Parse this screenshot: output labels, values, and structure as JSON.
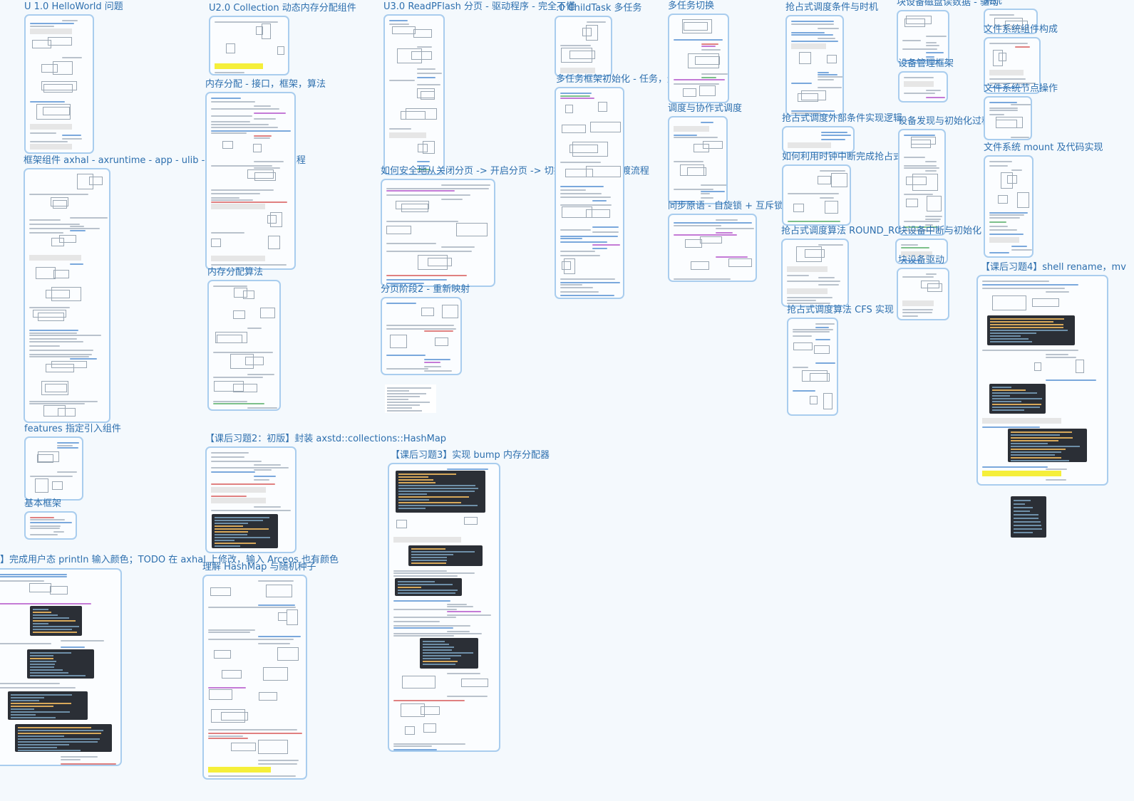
{
  "colors": {
    "background": "#f4f9fd",
    "title_text": "#2d6fae",
    "card_border": "#a9cdee",
    "card_fill": "#fbfdff",
    "screenshot_dark": "#2b2f36"
  },
  "nodes": [
    {
      "id": "n1",
      "title": "U 1.0 HelloWorld 问题"
    },
    {
      "id": "n2",
      "title": "框架组件 axhal - axruntime - app - ulib - api - axhal 和协作过程"
    },
    {
      "id": "n3",
      "title": "features 指定引入组件"
    },
    {
      "id": "n4",
      "title": "基本框架"
    },
    {
      "id": "n5",
      "title": "】完成用户态 println 输入颜色；TODO 在 axhal 上修改，输入 Arceos 也有颜色"
    },
    {
      "id": "n6",
      "title": "U2.0 Collection 动态内存分配组件"
    },
    {
      "id": "n7",
      "title": "内存分配 - 接口，框架，算法"
    },
    {
      "id": "n8",
      "title": "内存分配算法"
    },
    {
      "id": "n9",
      "title": "【课后习题2：初版】封装 axstd::collections::HashMap"
    },
    {
      "id": "n10",
      "title": "理解 HashMap 与随机种子"
    },
    {
      "id": "n11",
      "title": "U3.0 ReadPFlash 分页 - 驱动程序 - 完全不懂"
    },
    {
      "id": "n12",
      "title": "如何安全地从关闭分页 -> 开启分页 -> 切换到高地址 的过渡流程"
    },
    {
      "id": "n13",
      "title": "分页阶段2 - 重新映射"
    },
    {
      "id": "n14",
      "title": "【课后习题3】实现 bump 内存分配器"
    },
    {
      "id": "n15",
      "title": ".0 ChildTask 多任务"
    },
    {
      "id": "n16",
      "title": "多任务框架初始化 - 任务，运动队列"
    },
    {
      "id": "n17",
      "title": "多任务切换"
    },
    {
      "id": "n18",
      "title": "调度与协作式调度"
    },
    {
      "id": "n19",
      "title": "同步原语 - 自旋锁 + 互斥锁"
    },
    {
      "id": "n20",
      "title": "抢占式调度条件与时机"
    },
    {
      "id": "n21",
      "title": "抢占式调度外部条件实现逻辑"
    },
    {
      "id": "n22",
      "title": "如何利用时钟中断完成抢占式调度"
    },
    {
      "id": "n23",
      "title": "抢占式调度算法 ROUND_ROBIN"
    },
    {
      "id": "n24",
      "title": "抢占式调度算法 CFS 实现"
    },
    {
      "id": "n25",
      "title": "块设备磁盘读数据 - 驱动"
    },
    {
      "id": "n26",
      "title": "设备管理框架"
    },
    {
      "id": "n27",
      "title": "设备发现与初始化过程"
    },
    {
      "id": "n28",
      "title": "块设备中断与初始化"
    },
    {
      "id": "n29",
      "title": "块设备驱动"
    },
    {
      "id": "n30",
      "title": "系统"
    },
    {
      "id": "n31",
      "title": "文件系统组件构成"
    },
    {
      "id": "n32",
      "title": "文件系统节点操作"
    },
    {
      "id": "n33",
      "title": "文件系统 mount 及代码实现"
    },
    {
      "id": "n34",
      "title": "【课后习题4】shell rename，mv"
    }
  ]
}
